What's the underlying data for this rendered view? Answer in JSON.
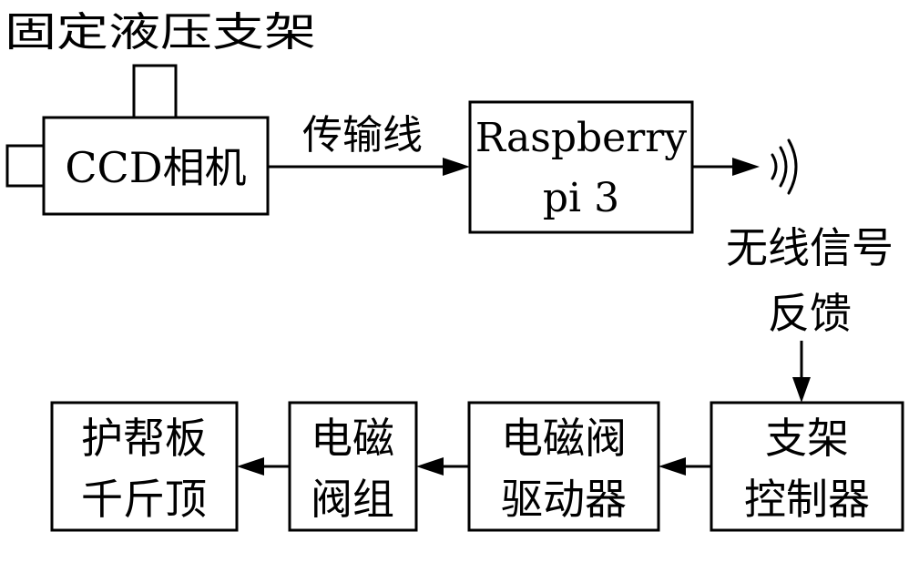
{
  "labels": {
    "bracket": "固定液压支架",
    "camera": "CCD相机",
    "cable": "传输线",
    "pi_line1": "Raspberry",
    "pi_line2": "pi 3",
    "wireless_line1": "无线信号",
    "wireless_line2": "反馈",
    "controller_line1": "支架",
    "controller_line2": "控制器",
    "driver_line1": "电磁阀",
    "driver_line2": "驱动器",
    "valve_line1": "电磁",
    "valve_line2": "阀组",
    "jack_line1": "护帮板",
    "jack_line2": "千斤顶"
  }
}
